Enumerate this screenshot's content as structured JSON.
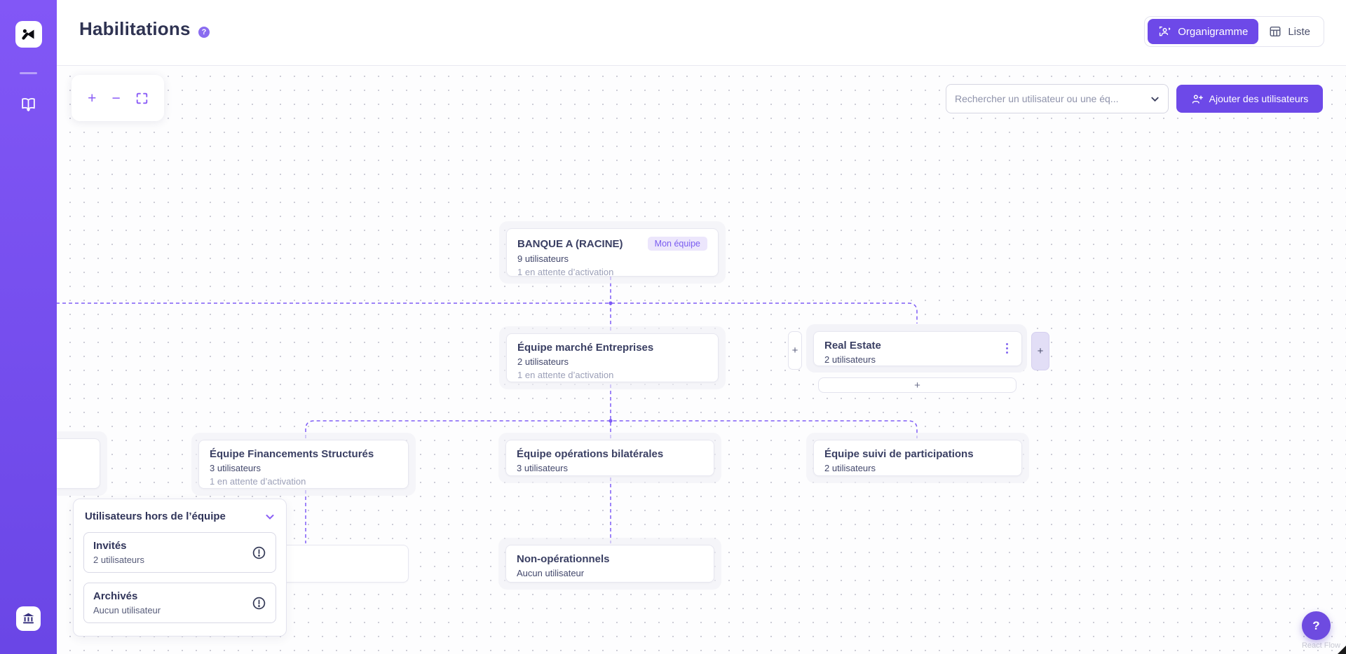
{
  "header": {
    "title": "Habilitations",
    "help": "?",
    "toggle": {
      "organigramme": "Organigramme",
      "liste": "Liste"
    }
  },
  "toolbar": {
    "search_placeholder": "Rechercher un utilisateur ou une éq...",
    "add_users": "Ajouter des utilisateurs"
  },
  "zoom_controls": {
    "zoom_in": "+",
    "zoom_out": "−"
  },
  "nodes": {
    "root": {
      "title": "BANQUE A (RACINE)",
      "badge": "Mon équipe",
      "users": "9 utilisateurs",
      "pending": "1 en attente d’activation"
    },
    "marche": {
      "title": "Équipe marché Entreprises",
      "users": "2 utilisateurs",
      "pending": "1 en attente d’activation"
    },
    "real_estate": {
      "title": "Real Estate",
      "users": "2 utilisateurs"
    },
    "financements": {
      "title": "Équipe Financements Structurés",
      "users": "3 utilisateurs",
      "pending": "1 en attente d’activation"
    },
    "operations": {
      "title": "Équipe opérations bilatérales",
      "users": "3 utilisateurs"
    },
    "participations": {
      "title": "Équipe suivi de participations",
      "users": "2 utilisateurs"
    },
    "non_operationnels": {
      "title": "Non-opérationnels",
      "users": "Aucun utilisateur"
    }
  },
  "offteam_panel": {
    "title": "Utilisateurs hors de l’équipe",
    "items": [
      {
        "title": "Invités",
        "subtitle": "2 utilisateurs"
      },
      {
        "title": "Archivés",
        "subtitle": "Aucun utilisateur"
      }
    ]
  },
  "misc": {
    "help_fab": "?",
    "attribution": "React Flow",
    "add_child": "+"
  },
  "colors": {
    "accent": "#6d49e8",
    "sidebar_top": "#8257f6",
    "sidebar_bottom": "#6a46e6",
    "edge": "#7e5cf6",
    "badge_bg": "#ece6fc",
    "badge_text": "#7a5cf0"
  }
}
